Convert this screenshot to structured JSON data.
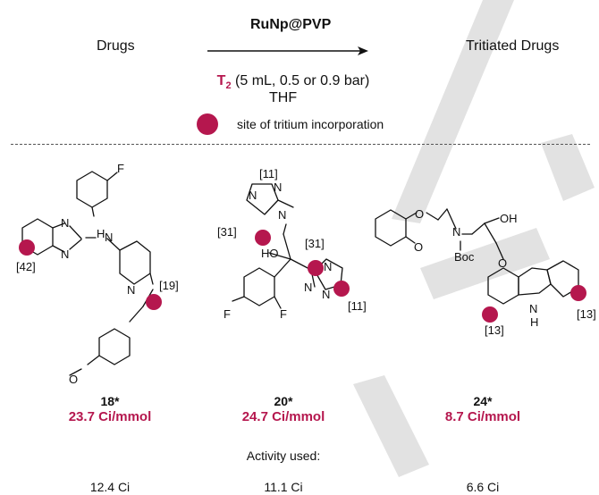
{
  "scheme": {
    "reactant": "Drugs",
    "product": "Tritiated Drugs",
    "catalyst": "RuNp@PVP",
    "conditions": {
      "t2_label": "T",
      "t2_sub": "2",
      "t2_detail": " (5 mL, 0.5 or 0.9 bar)",
      "solvent": "THF"
    },
    "legend": "site of tritium incorporation",
    "colors": {
      "accent": "#b5174e",
      "watermark": "#dcdcdc"
    }
  },
  "compounds": [
    {
      "id": "18*",
      "activity": "23.7 Ci/mmol",
      "used": "12.4 Ci",
      "labels": [
        "F",
        "N",
        "N",
        "H",
        "N",
        "N",
        "O",
        "[42]",
        "[19]"
      ]
    },
    {
      "id": "20*",
      "activity": "24.7 Ci/mmol",
      "used": "11.1 Ci",
      "labels": [
        "[11]",
        "N",
        "N",
        "N",
        "[31]",
        "HO",
        "[31]",
        "N",
        "N",
        "N",
        "[11]",
        "F",
        "F"
      ]
    },
    {
      "id": "24*",
      "activity": "8.7 Ci/mmol",
      "used": "6.6 Ci",
      "labels": [
        "O",
        "O",
        "N",
        "OH",
        "Boc",
        "O",
        "N",
        "H",
        "[13]",
        "[13]"
      ]
    }
  ],
  "activity_header": "Activity used:"
}
